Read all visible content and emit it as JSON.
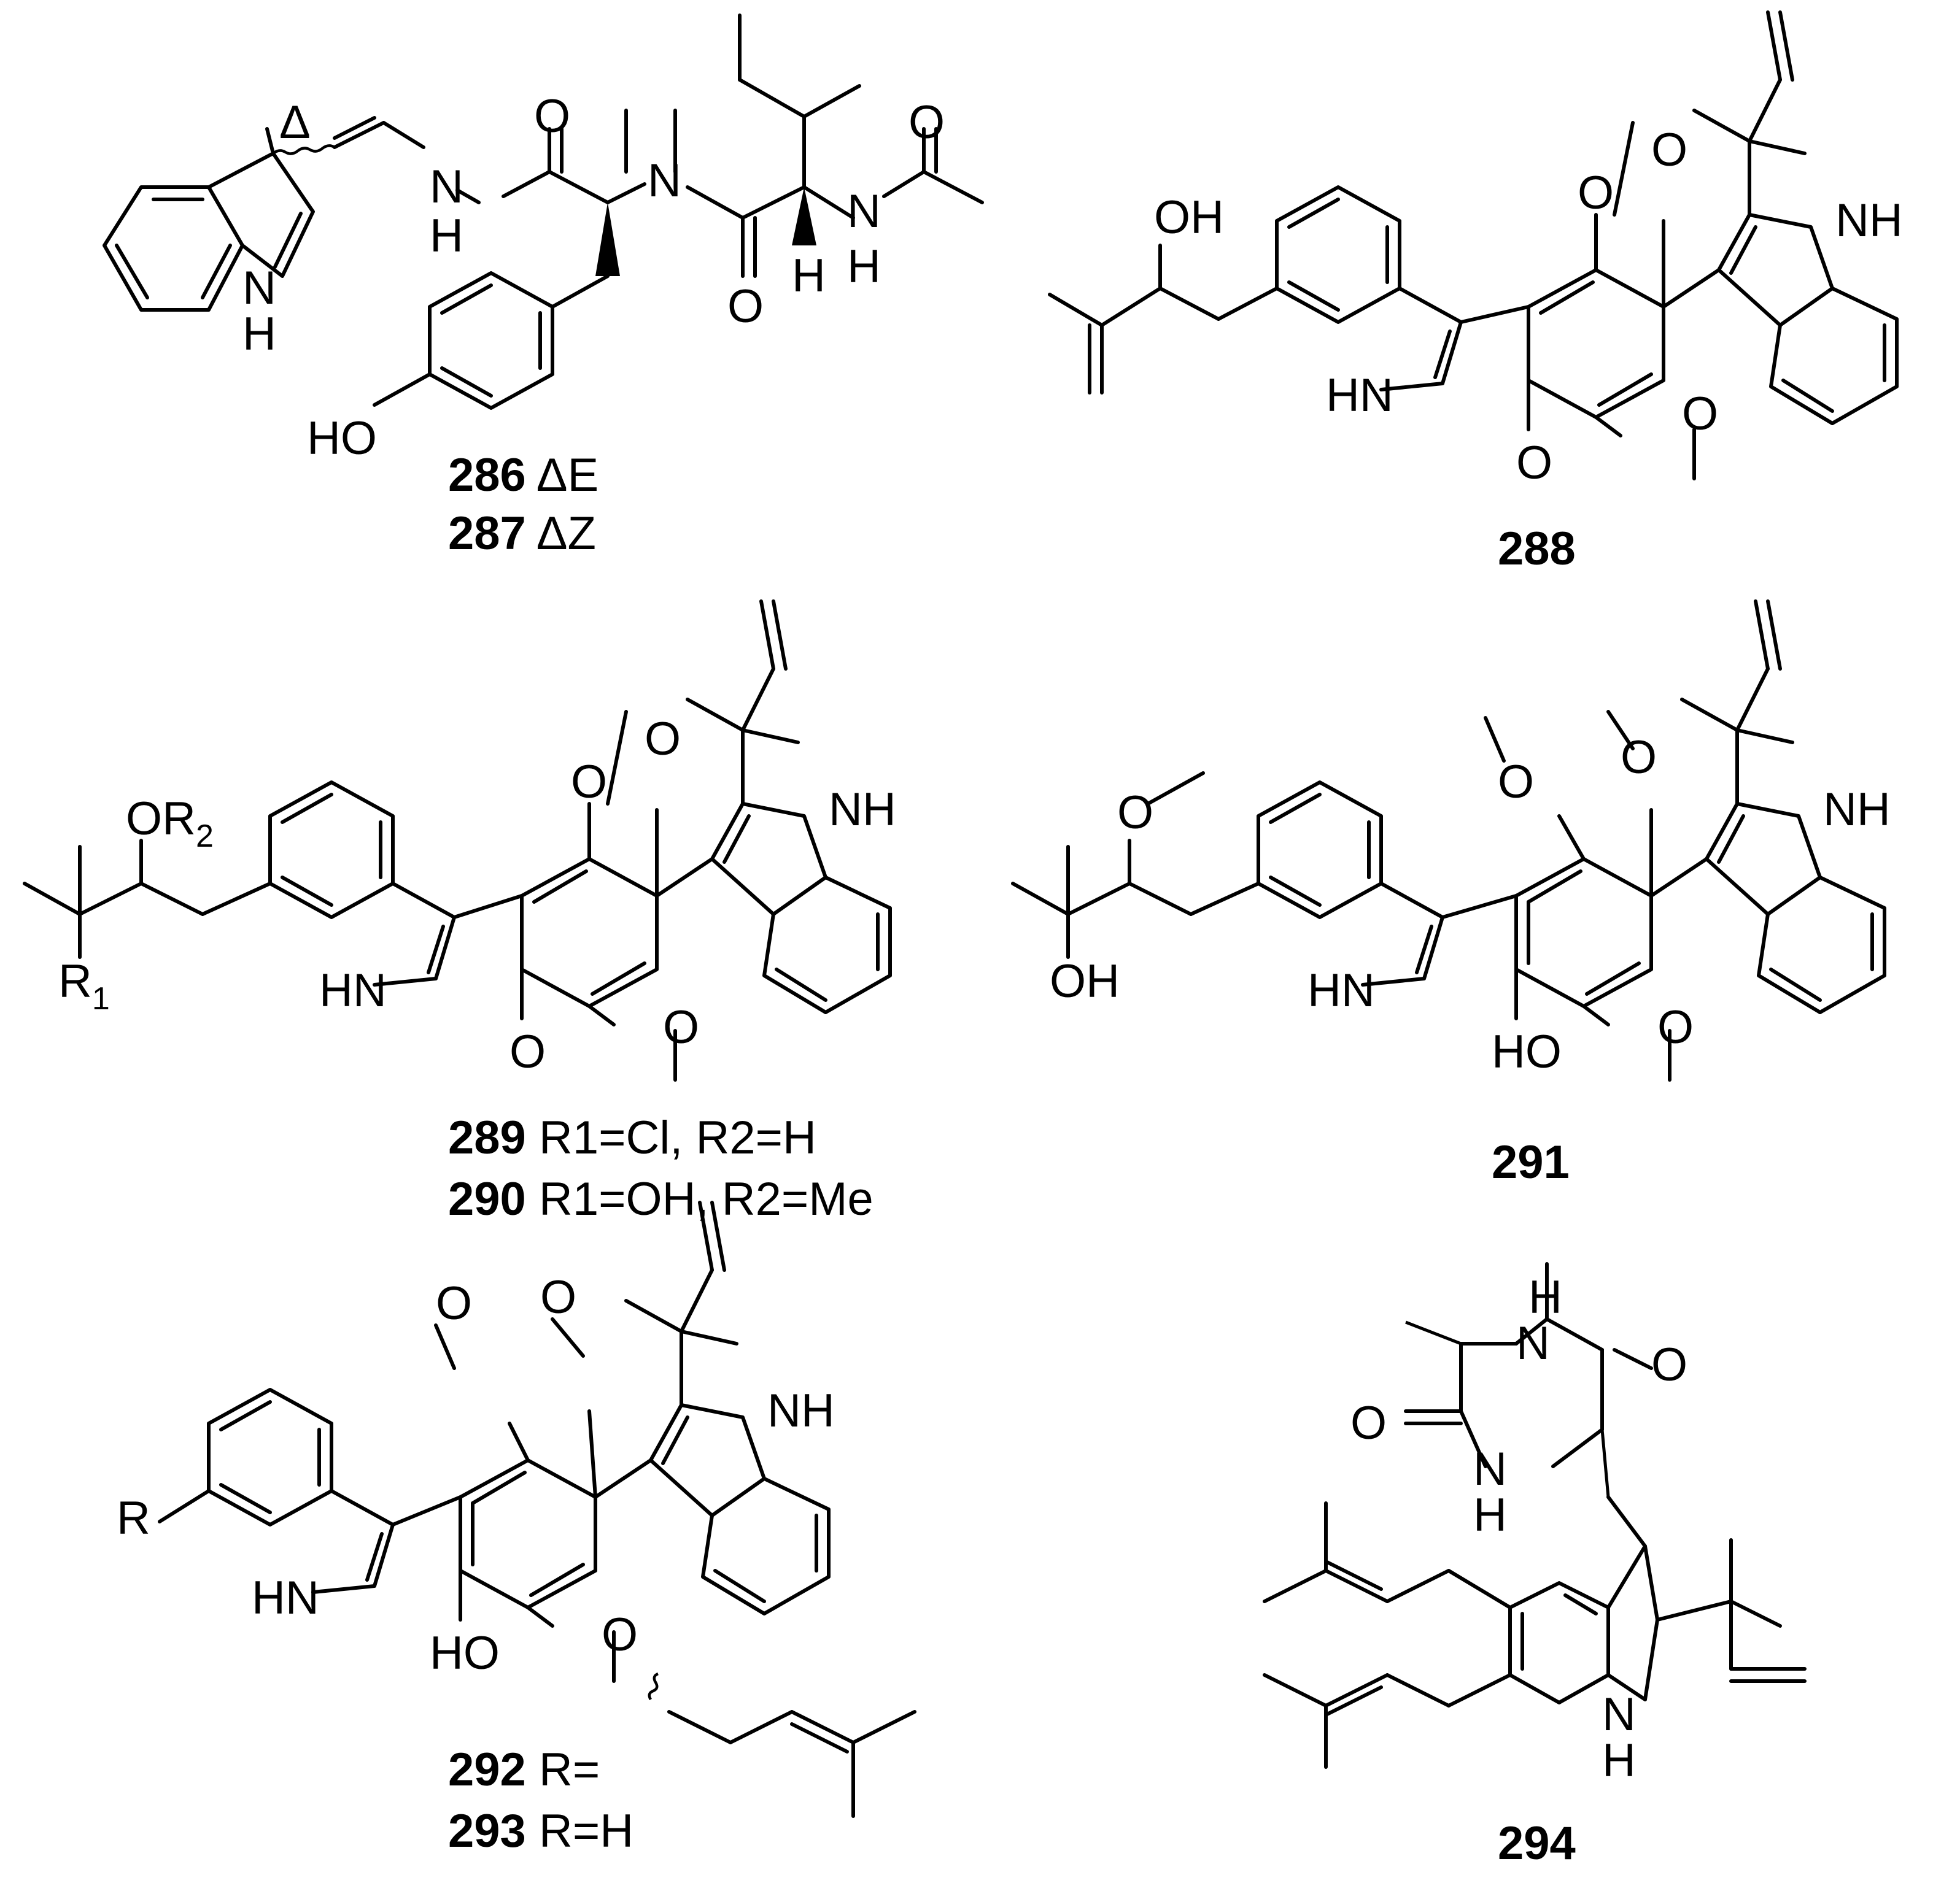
{
  "compounds": [
    {
      "id": "286-287",
      "lines": [
        {
          "number": "286",
          "text": " ΔE"
        },
        {
          "number": "287",
          "text": " ΔZ"
        }
      ]
    },
    {
      "id": "288",
      "lines": [
        {
          "number": "288",
          "text": ""
        }
      ]
    },
    {
      "id": "289-290",
      "lines": [
        {
          "number": "289",
          "text": " R1=Cl, R2=H"
        },
        {
          "number": "290",
          "text": " R1=OH, R2=Me"
        }
      ]
    },
    {
      "id": "291",
      "lines": [
        {
          "number": "291",
          "text": ""
        }
      ]
    },
    {
      "id": "292-293",
      "lines": [
        {
          "number": "292",
          "text": " R="
        },
        {
          "number": "293",
          "text": " R=H"
        }
      ]
    },
    {
      "id": "294",
      "lines": [
        {
          "number": "294",
          "text": ""
        }
      ]
    }
  ],
  "atom_labels": {
    "O": "O",
    "N": "N",
    "H": "H",
    "NH": "NH",
    "HN": "HN",
    "OH": "OH",
    "HO": "HO",
    "R": "R",
    "R1": "R",
    "R1_sub": "1",
    "OR2": "OR",
    "OR2_sub": "2",
    "delta": "Δ"
  }
}
